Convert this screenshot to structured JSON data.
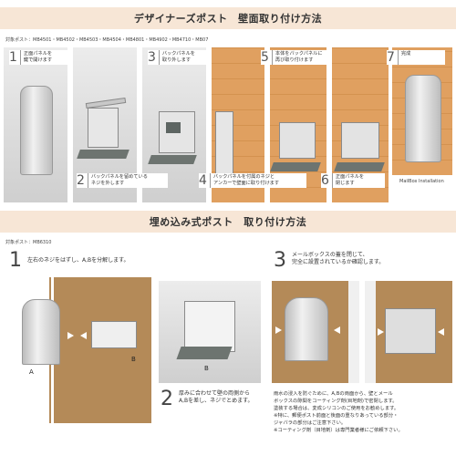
{
  "section1": {
    "title": "デザイナーズポスト　壁面取り付け方法",
    "targets": "対象ポスト：MB4501・MB4502・MB4503・MB4504・MB4801・MB4902・MB4710・MB07",
    "steps": [
      {
        "num": "1",
        "text": "正面パネルを\n鍵で開けます"
      },
      {
        "num": "2",
        "text": "バックパネルを留めている\nネジを外します"
      },
      {
        "num": "3",
        "text": "バックパネルを\n取り外します"
      },
      {
        "num": "4",
        "text": "バックパネルを付属のネジと\nアンカーで壁面に取り付けます"
      },
      {
        "num": "5",
        "text": "本体をバックパネルに\n再び取り付けます"
      },
      {
        "num": "6",
        "text": "正面パネルを\n閉じます"
      },
      {
        "num": "7",
        "text": "完成"
      }
    ],
    "caption": "MailBox Installation"
  },
  "section2": {
    "title": "埋め込み式ポスト　取り付け方法",
    "target": "対象ポスト：MB6310",
    "step1": {
      "num": "1",
      "text": "左右のネジをはずし、A,Bを分解します。"
    },
    "step2": {
      "num": "2",
      "text": "厚みに合わせて壁の両側から\nA,Bを差し、ネジでとめます。"
    },
    "step3": {
      "num": "3",
      "text": "メールボックスの蓋を閉じて、\n完全に設置されているか確認します。"
    },
    "notes": [
      "雨水の浸入を防ぐために、A,Bの両面から、壁とメール",
      "ボックスの隙間をコーティング剤(目地剤)で密閉します。",
      "塗装する場合は、変成シリコンのご使用をお勧めします。",
      "※特に、郵便ポスト前面と後面の重なりあっている部分・",
      "ジャバラの部分はご注意下さい。",
      "※コーティング剤（目地剤）は専門業者様にご依頼下さい。"
    ],
    "labels": {
      "a": "A",
      "b": "B"
    }
  }
}
